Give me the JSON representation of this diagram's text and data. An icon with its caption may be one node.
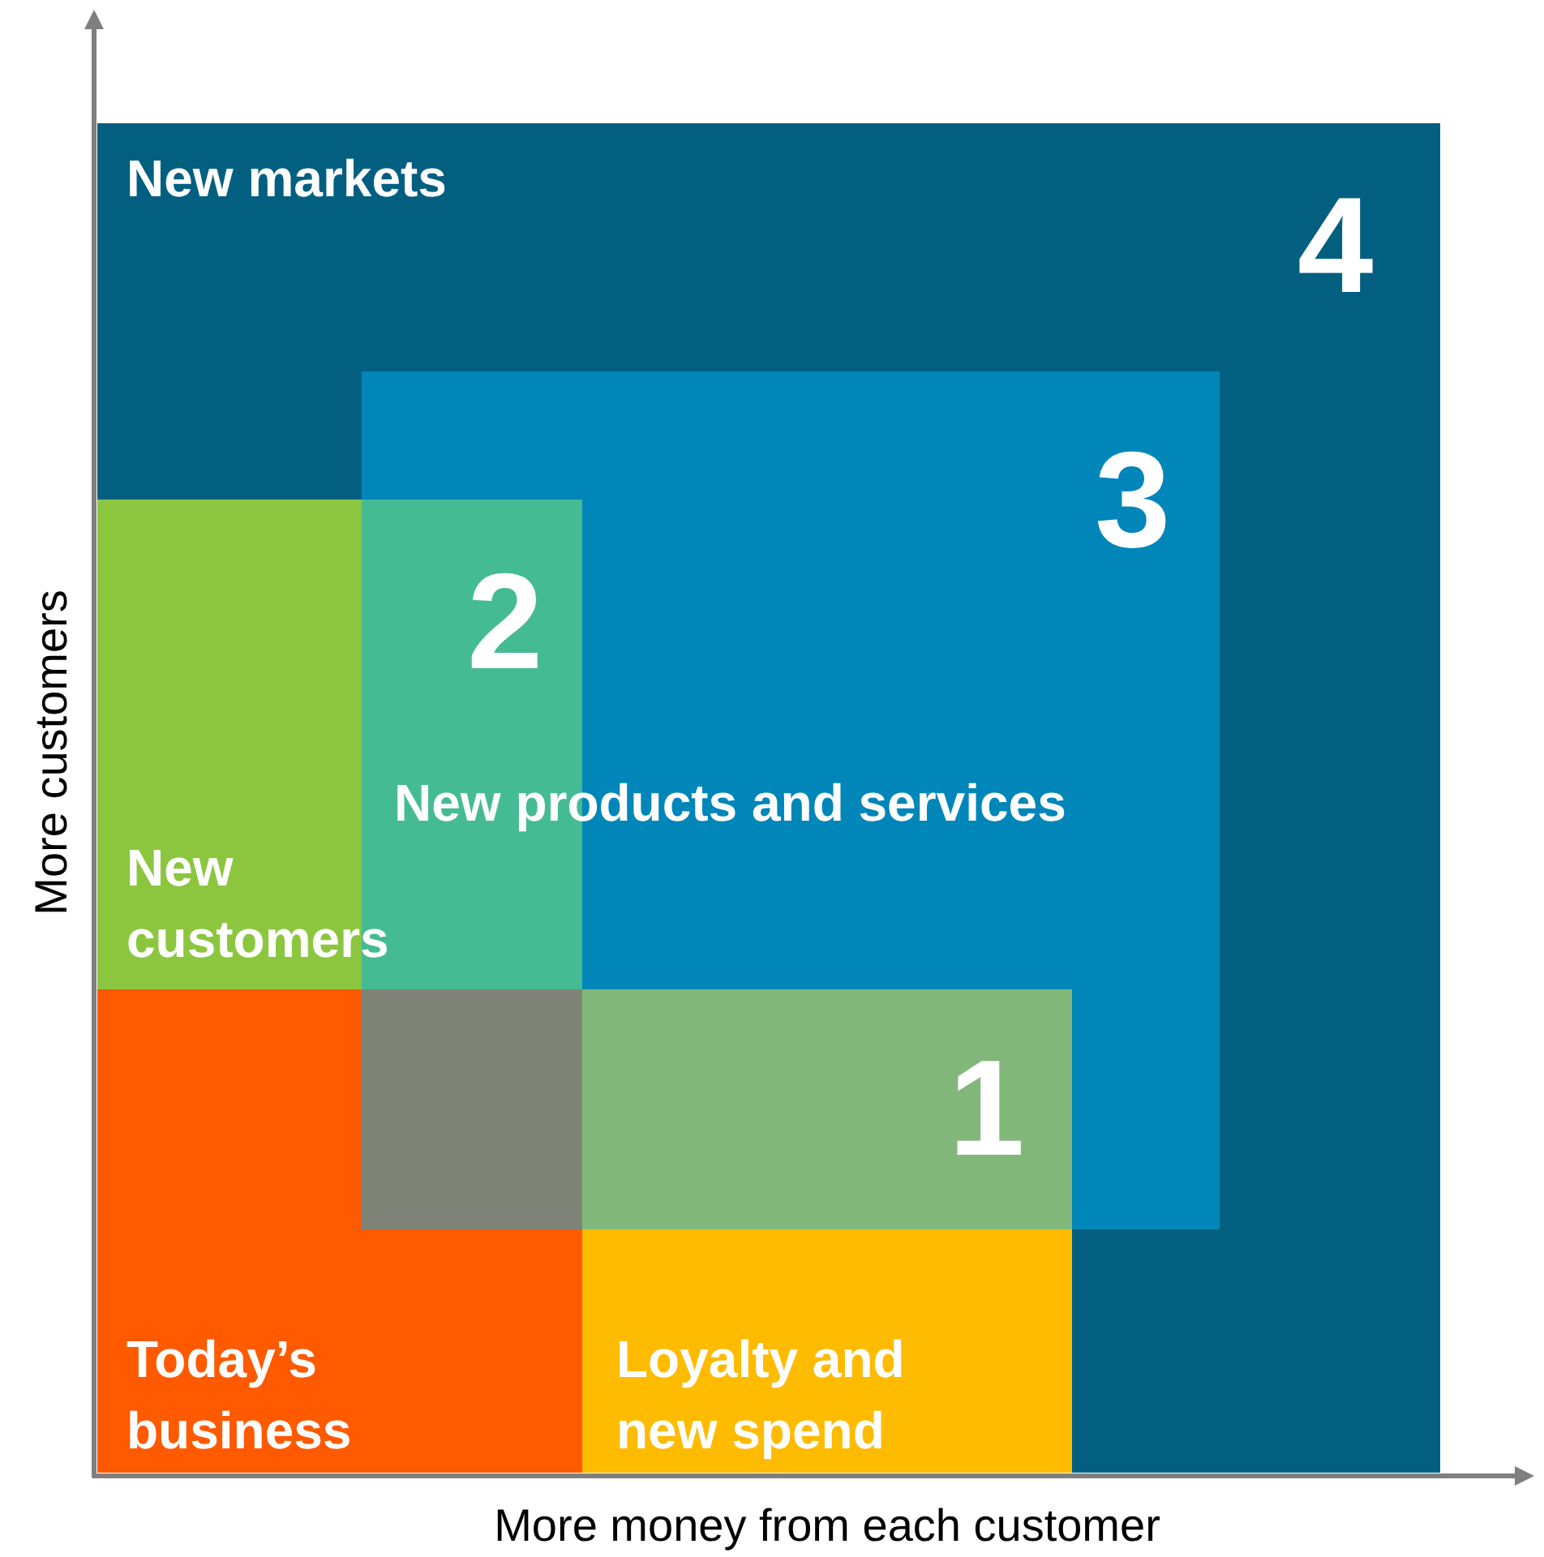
{
  "diagram": {
    "nodes": [
      {
        "text": [
          "New markets",
          "4"
        ]
      },
      {
        "text": [
          "3",
          "New products and services"
        ],
        "in": 0
      },
      {
        "text": [
          "New customers"
        ],
        "in": 0
      },
      {
        "text": [
          "Today’s business"
        ],
        "in": 0
      },
      {
        "text": [
          "Loyalty and new spend"
        ],
        "in": 0
      }
    ],
    "labels": [
      "2",
      "1",
      "More customers",
      "More money from each customer"
    ]
  }
}
